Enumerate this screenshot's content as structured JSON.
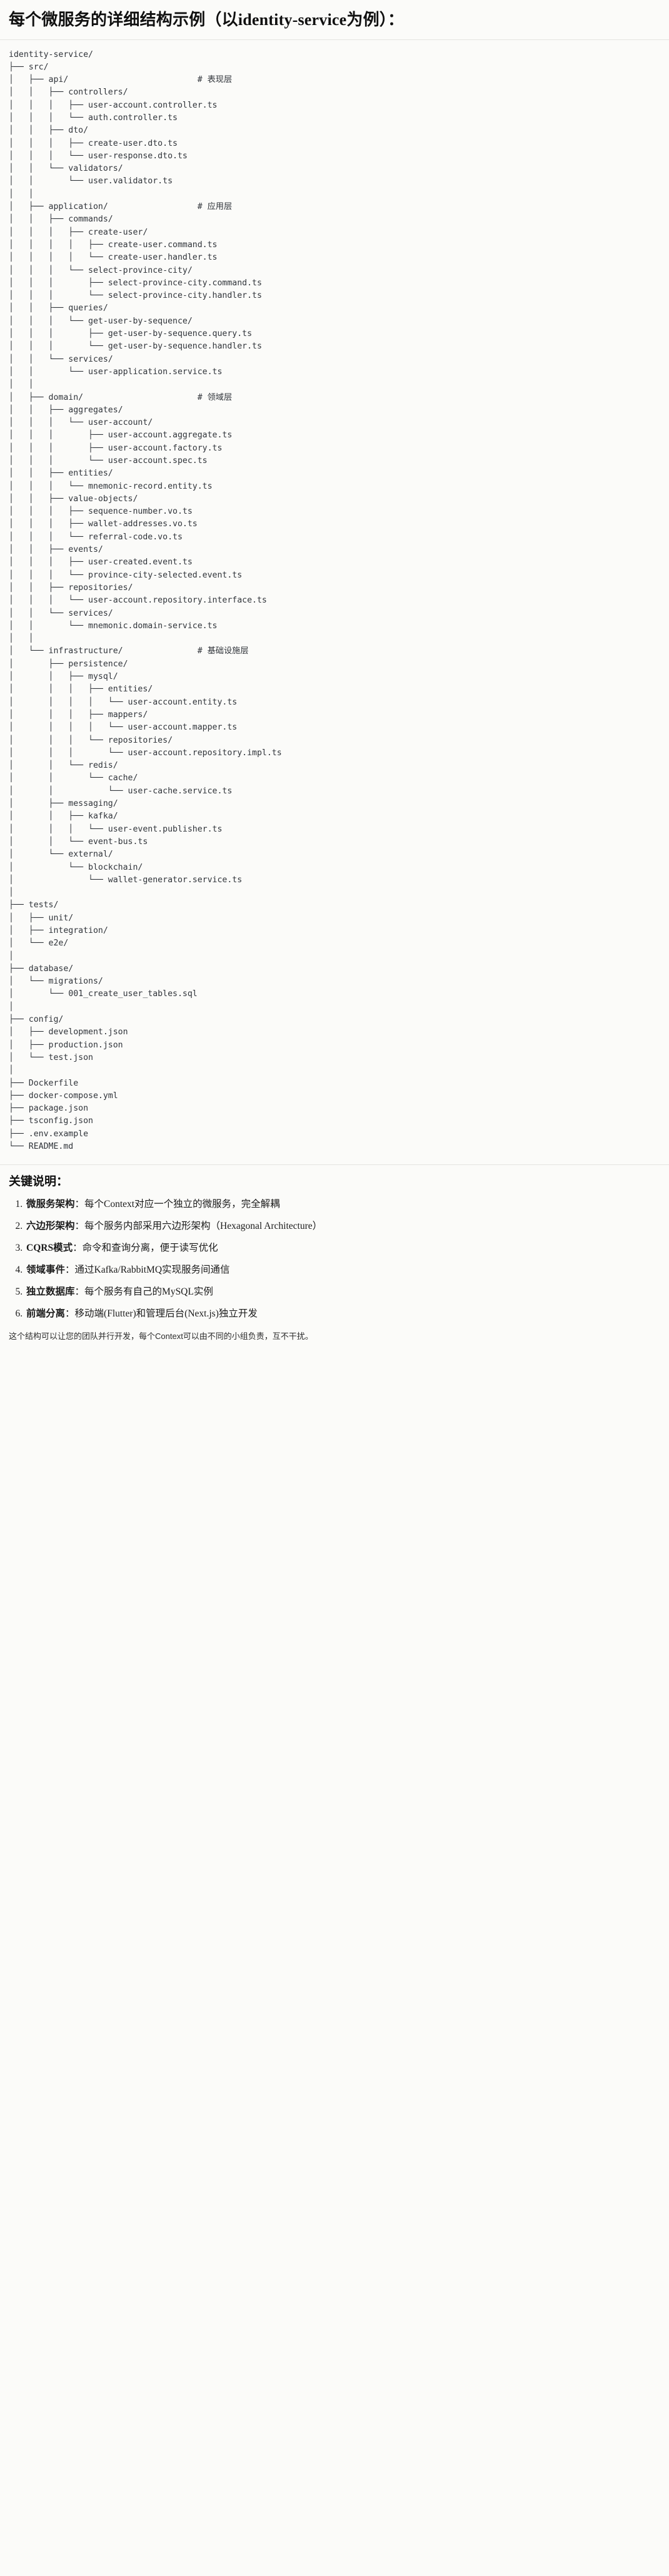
{
  "header": {
    "title": "每个微服务的详细结构示例（以identity-service为例）："
  },
  "tree": {
    "root": "identity-service/",
    "lines": [
      "identity-service/",
      "├── src/",
      "│   ├── api/                          # 表现层",
      "│   │   ├── controllers/",
      "│   │   │   ├── user-account.controller.ts",
      "│   │   │   └── auth.controller.ts",
      "│   │   ├── dto/",
      "│   │   │   ├── create-user.dto.ts",
      "│   │   │   └── user-response.dto.ts",
      "│   │   └── validators/",
      "│   │       └── user.validator.ts",
      "│   │",
      "│   ├── application/                  # 应用层",
      "│   │   ├── commands/",
      "│   │   │   ├── create-user/",
      "│   │   │   │   ├── create-user.command.ts",
      "│   │   │   │   └── create-user.handler.ts",
      "│   │   │   └── select-province-city/",
      "│   │   │       ├── select-province-city.command.ts",
      "│   │   │       └── select-province-city.handler.ts",
      "│   │   ├── queries/",
      "│   │   │   └── get-user-by-sequence/",
      "│   │   │       ├── get-user-by-sequence.query.ts",
      "│   │   │       └── get-user-by-sequence.handler.ts",
      "│   │   └── services/",
      "│   │       └── user-application.service.ts",
      "│   │",
      "│   ├── domain/                       # 领域层",
      "│   │   ├── aggregates/",
      "│   │   │   └── user-account/",
      "│   │   │       ├── user-account.aggregate.ts",
      "│   │   │       ├── user-account.factory.ts",
      "│   │   │       └── user-account.spec.ts",
      "│   │   ├── entities/",
      "│   │   │   └── mnemonic-record.entity.ts",
      "│   │   ├── value-objects/",
      "│   │   │   ├── sequence-number.vo.ts",
      "│   │   │   ├── wallet-addresses.vo.ts",
      "│   │   │   └── referral-code.vo.ts",
      "│   │   ├── events/",
      "│   │   │   ├── user-created.event.ts",
      "│   │   │   └── province-city-selected.event.ts",
      "│   │   ├── repositories/",
      "│   │   │   └── user-account.repository.interface.ts",
      "│   │   └── services/",
      "│   │       └── mnemonic.domain-service.ts",
      "│   │",
      "│   └── infrastructure/               # 基础设施层",
      "│       ├── persistence/",
      "│       │   ├── mysql/",
      "│       │   │   ├── entities/",
      "│       │   │   │   └── user-account.entity.ts",
      "│       │   │   ├── mappers/",
      "│       │   │   │   └── user-account.mapper.ts",
      "│       │   │   └── repositories/",
      "│       │   │       └── user-account.repository.impl.ts",
      "│       │   └── redis/",
      "│       │       └── cache/",
      "│       │           └── user-cache.service.ts",
      "│       ├── messaging/",
      "│       │   ├── kafka/",
      "│       │   │   └── user-event.publisher.ts",
      "│       │   └── event-bus.ts",
      "│       └── external/",
      "│           └── blockchain/",
      "│               └── wallet-generator.service.ts",
      "│",
      "├── tests/",
      "│   ├── unit/",
      "│   ├── integration/",
      "│   └── e2e/",
      "│",
      "├── database/",
      "│   └── migrations/",
      "│       └── 001_create_user_tables.sql",
      "│",
      "├── config/",
      "│   ├── development.json",
      "│   ├── production.json",
      "│   └── test.json",
      "│",
      "├── Dockerfile",
      "├── docker-compose.yml",
      "├── package.json",
      "├── tsconfig.json",
      "├── .env.example",
      "└── README.md"
    ],
    "comments": [
      "# 表现层",
      "# 应用层",
      "# 领域层",
      "# 基础设施层"
    ]
  },
  "notes": {
    "title": "关键说明：",
    "items": [
      {
        "term": "微服务架构",
        "sep": "：",
        "desc": "每个Context对应一个独立的微服务，完全解耦"
      },
      {
        "term": "六边形架构",
        "sep": "：",
        "desc": "每个服务内部采用六边形架构（Hexagonal Architecture）"
      },
      {
        "term": "CQRS模式",
        "sep": "：",
        "desc": "命令和查询分离，便于读写优化"
      },
      {
        "term": "领域事件",
        "sep": "：",
        "desc": "通过Kafka/RabbitMQ实现服务间通信"
      },
      {
        "term": "独立数据库",
        "sep": "：",
        "desc": "每个服务有自己的MySQL实例"
      },
      {
        "term": "前端分离",
        "sep": "：",
        "desc": "移动端(Flutter)和管理后台(Next.js)独立开发"
      }
    ],
    "footer": "这个结构可以让您的团队并行开发，每个Context可以由不同的小组负责，互不干扰。"
  },
  "colors": {
    "page_background": "#fbfbf9",
    "text": "#1b1b1b",
    "tree_text": "#30343a",
    "divider": "#e3e3e0"
  }
}
